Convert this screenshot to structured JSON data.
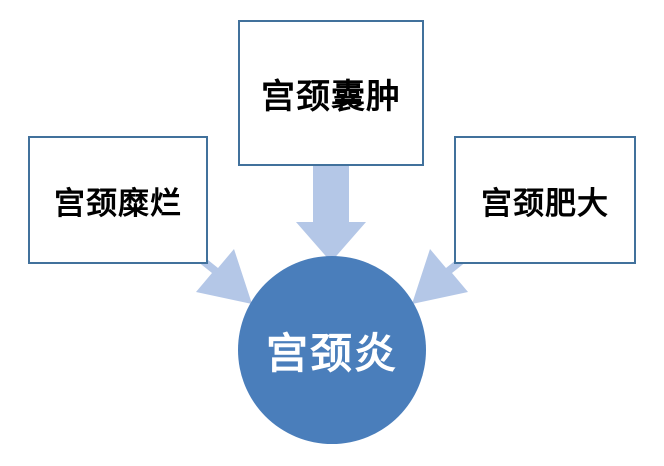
{
  "diagram": {
    "type": "concept-map",
    "center": {
      "label": "宫颈炎",
      "shape": "circle",
      "fill_color": "#4a7ebb",
      "text_color": "#ffffff"
    },
    "nodes": [
      {
        "id": "left",
        "label": "宫颈糜烂",
        "shape": "rectangle",
        "border_color": "#41719c",
        "fill_color": "#ffffff",
        "text_color": "#000000"
      },
      {
        "id": "top",
        "label": "宫颈囊肿",
        "shape": "rectangle",
        "border_color": "#41719c",
        "fill_color": "#ffffff",
        "text_color": "#000000"
      },
      {
        "id": "right",
        "label": "宫颈肥大",
        "shape": "rectangle",
        "border_color": "#41719c",
        "fill_color": "#ffffff",
        "text_color": "#000000"
      }
    ],
    "arrows": [
      {
        "from": "left",
        "to": "center",
        "color": "#b4c7e7",
        "direction": "down-right"
      },
      {
        "from": "top",
        "to": "center",
        "color": "#b4c7e7",
        "direction": "down"
      },
      {
        "from": "right",
        "to": "center",
        "color": "#b4c7e7",
        "direction": "down-left"
      }
    ],
    "background_color": "#ffffff"
  }
}
